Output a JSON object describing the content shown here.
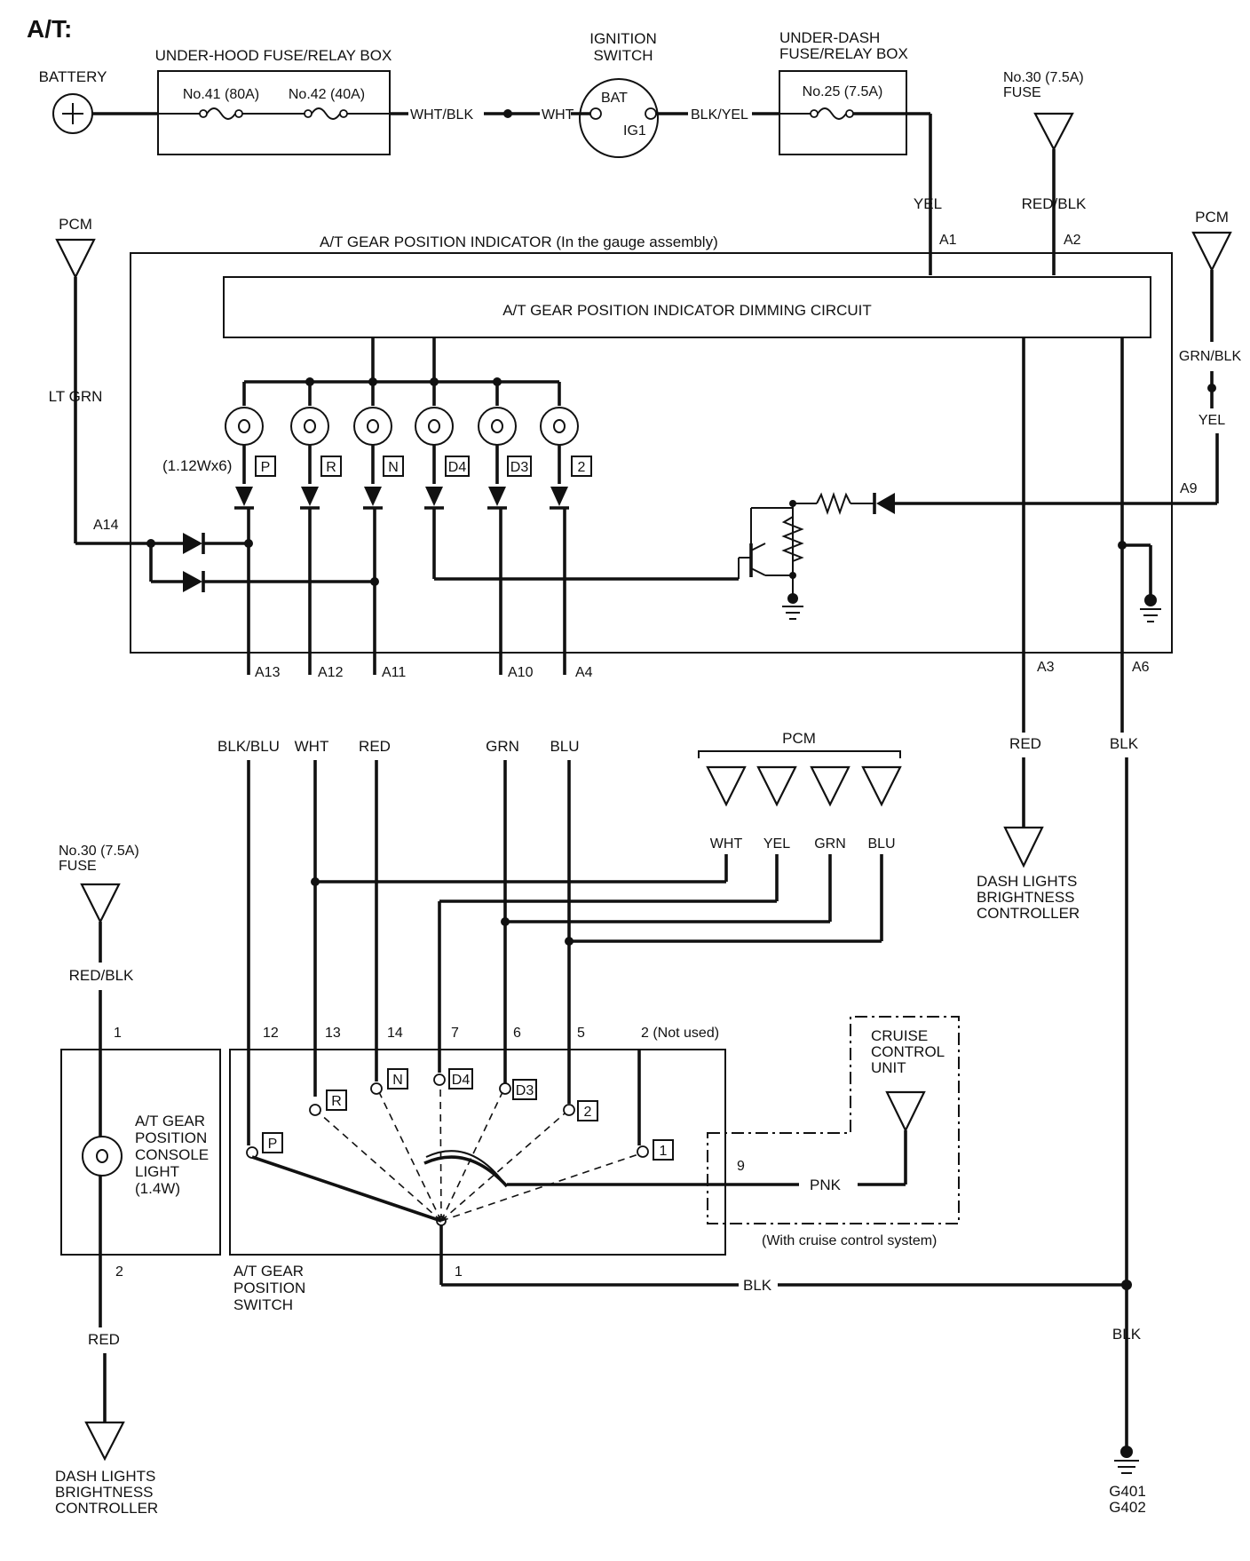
{
  "title": "A/T:",
  "battery": "BATTERY",
  "underhood": {
    "title": "UNDER-HOOD FUSE/RELAY BOX",
    "fuse41": "No.41 (80A)",
    "fuse42": "No.42 (40A)"
  },
  "ignition": {
    "line1": "IGNITION",
    "line2": "SWITCH",
    "bat": "BAT",
    "ig1": "IG1"
  },
  "underdash": {
    "line1": "UNDER-DASH",
    "line2": "FUSE/RELAY BOX",
    "fuse25": "No.25 (7.5A)"
  },
  "fuse30_top": {
    "line1": "No.30 (7.5A)",
    "line2": "FUSE"
  },
  "fuse30_left": {
    "line1": "No.30 (7.5A)",
    "line2": "FUSE"
  },
  "wires": {
    "wht_blk": "WHT/BLK",
    "wht": "WHT",
    "blk_yel": "BLK/YEL",
    "yel": "YEL",
    "red_blk": "RED/BLK",
    "lt_grn": "LT GRN",
    "grn_blk": "GRN/BLK",
    "yel_right": "YEL",
    "blk_blu": "BLK/BLU",
    "wht2": "WHT",
    "red": "RED",
    "grn": "GRN",
    "blu": "BLU",
    "red_a3": "RED",
    "blk_a6": "BLK",
    "pcm_wht": "WHT",
    "pcm_yel": "YEL",
    "pcm_grn": "GRN",
    "pcm_blu": "BLU",
    "red_blk_left": "RED/BLK",
    "red_left": "RED",
    "pnk": "PNK",
    "blk_bottom": "BLK",
    "blk_right": "BLK"
  },
  "pcm": {
    "left": "PCM",
    "right": "PCM",
    "center": "PCM"
  },
  "indicator": {
    "title": "A/T GEAR POSITION INDICATOR (In the gauge assembly)",
    "circuit": "A/T GEAR POSITION INDICATOR DIMMING CIRCUIT",
    "bulbs": "(1.12Wx6)"
  },
  "gears": [
    "P",
    "R",
    "N",
    "D4",
    "D3",
    "2"
  ],
  "pins": {
    "a1": "A1",
    "a2": "A2",
    "a14": "A14",
    "a9": "A9",
    "a13": "A13",
    "a12": "A12",
    "a11": "A11",
    "a10": "A10",
    "a4": "A4",
    "a3": "A3",
    "a6": "A6"
  },
  "dash_controller_right": {
    "line1": "DASH LIGHTS",
    "line2": "BRIGHTNESS",
    "line3": "CONTROLLER"
  },
  "dash_controller_left": {
    "line1": "DASH LIGHTS",
    "line2": "BRIGHTNESS",
    "line3": "CONTROLLER"
  },
  "console_light": {
    "line1": "A/T GEAR",
    "line2": "POSITION",
    "line3": "CONSOLE",
    "line4": "LIGHT",
    "line5": "(1.4W)",
    "pin1": "1",
    "pin2": "2"
  },
  "switch": {
    "title1": "A/T GEAR",
    "title2": "POSITION",
    "title3": "SWITCH",
    "pin12": "12",
    "pin13": "13",
    "pin14": "14",
    "pin7": "7",
    "pin6": "6",
    "pin5": "5",
    "pin2": "2 (Not used)",
    "pin1": "1",
    "pin9": "9",
    "pos_p": "P",
    "pos_r": "R",
    "pos_n": "N",
    "pos_d4": "D4",
    "pos_d3": "D3",
    "pos_2": "2",
    "pos_1": "1"
  },
  "cruise": {
    "line1": "CRUISE",
    "line2": "CONTROL",
    "line3": "UNIT",
    "note": "(With cruise control system)"
  },
  "ground": {
    "line1": "G401",
    "line2": "G402"
  }
}
